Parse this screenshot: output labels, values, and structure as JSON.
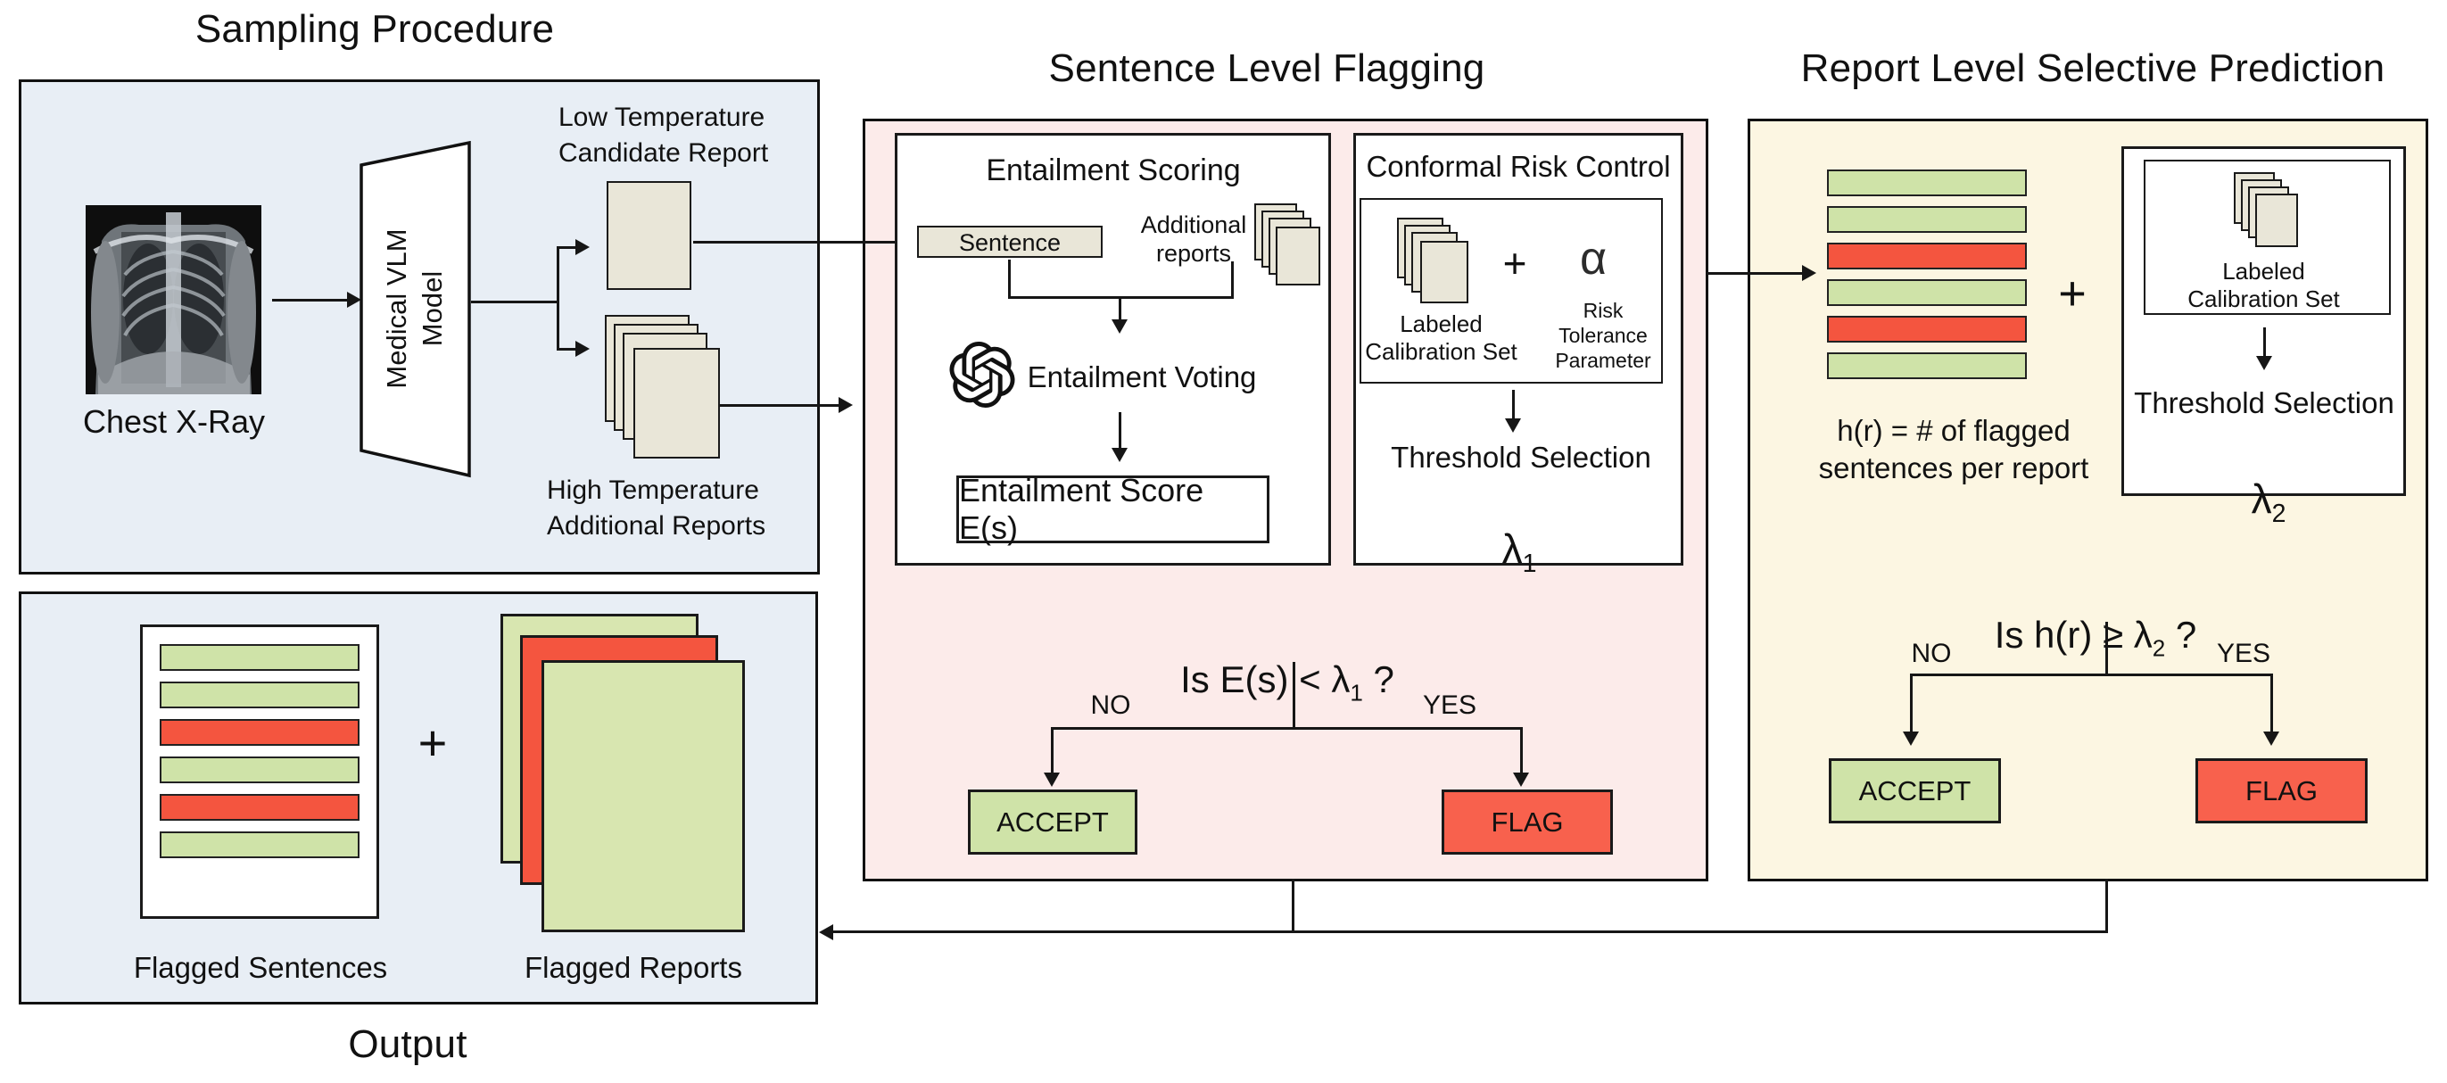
{
  "titles": {
    "sampling": "Sampling Procedure",
    "sentence": "Sentence Level Flagging",
    "report": "Report Level Selective Prediction",
    "output": "Output"
  },
  "colors": {
    "panel_blue": "#e8eef5",
    "panel_pink": "#fcebea",
    "panel_yellow": "#fcf6e2",
    "accept_green": "#cfe3a8",
    "report_green": "#d8e6b0",
    "flag_red": "#f8614d",
    "bar_red": "#f4553f",
    "doc_beige": "#e9e6d8"
  },
  "sampling_panel": {
    "xray_label": "Chest X-Ray",
    "model_label": "Medical VLM\nModel",
    "low_temp_label": "Low Temperature\nCandidate Report",
    "high_temp_label": "High Temperature\nAdditional Reports"
  },
  "sentence_panel": {
    "entailment_scoring": {
      "title": "Entailment Scoring",
      "sentence_label": "Sentence",
      "additional_reports_label": "Additional\nreports",
      "voting_label": "Entailment Voting",
      "score_label": "Entailment Score E(s)"
    },
    "conformal": {
      "title": "Conformal Risk Control",
      "plus": "+",
      "alpha": "α",
      "calibration_label": "Labeled\nCalibration Set",
      "risk_label": "Risk\nTolerance\nParameter",
      "threshold_label": "Threshold Selection",
      "lambda": "λ",
      "lambda_sub": "1"
    },
    "decision": {
      "question_prefix": "Is E(s) < λ",
      "question_sub": "1",
      "question_suffix": " ?",
      "no": "NO",
      "yes": "YES",
      "accept": "ACCEPT",
      "flag": "FLAG"
    }
  },
  "report_panel": {
    "bars_pattern": [
      "accept",
      "accept",
      "flag",
      "accept",
      "flag",
      "accept"
    ],
    "plus": "+",
    "calibration_label": "Labeled\nCalibration Set",
    "threshold_label": "Threshold Selection",
    "lambda": "λ",
    "lambda_sub": "2",
    "h_label": "h(r) = # of flagged\nsentences per report",
    "decision": {
      "question_prefix": "Is h(r) ≥ λ",
      "question_sub": "2",
      "question_suffix": " ?",
      "no": "NO",
      "yes": "YES",
      "accept": "ACCEPT",
      "flag": "FLAG"
    }
  },
  "output_panel": {
    "bars_pattern": [
      "accept",
      "accept",
      "flag",
      "accept",
      "flag",
      "accept"
    ],
    "plus": "+",
    "reports_stack_pattern": [
      "accept",
      "flag",
      "accept"
    ],
    "flagged_sentences_label": "Flagged Sentences",
    "flagged_reports_label": "Flagged Reports"
  }
}
